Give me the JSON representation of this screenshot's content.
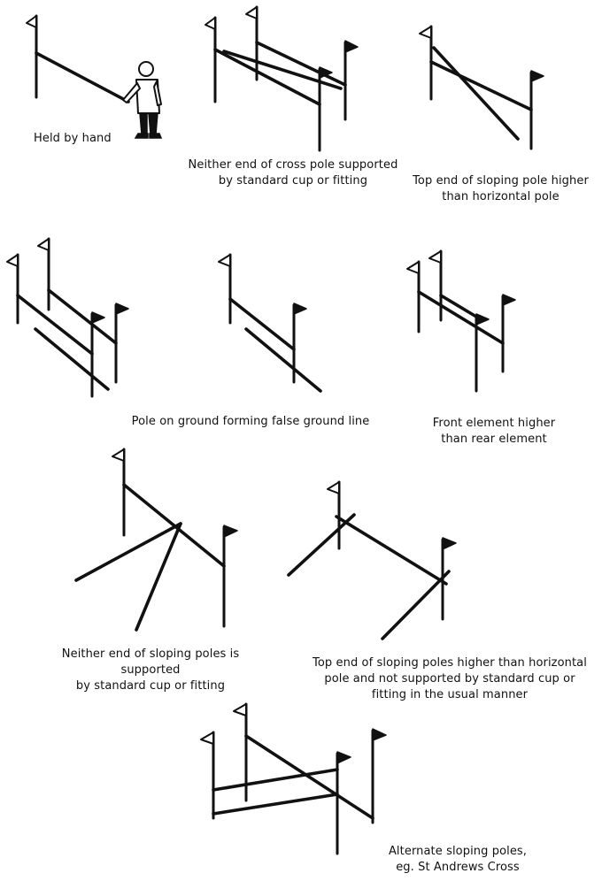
{
  "captions": {
    "held_by_hand": [
      "Held by hand"
    ],
    "neither_end_cross_pole": [
      "Neither end of cross pole supported",
      "by standard cup or fitting"
    ],
    "top_end_higher": [
      "Top end of sloping pole higher",
      "than horizontal pole"
    ],
    "pole_on_ground": [
      "Pole on ground forming false ground line"
    ],
    "front_element_higher": [
      "Front element higher",
      "than rear element"
    ],
    "neither_end_sloping_poles": [
      "Neither end of sloping poles is",
      "supported",
      "by standard cup or fitting"
    ],
    "top_end_sloping_poles": [
      "Top end of sloping poles higher than horizontal",
      "pole and not supported by standard cup or",
      "fitting in the usual manner"
    ],
    "alternate_sloping_poles": [
      "Alternate sloping poles,",
      "eg. St Andrews Cross"
    ]
  },
  "colors": {
    "ink": "#111111",
    "paper": "#ffffff"
  },
  "icons": {
    "open_flag": "white-flag-icon",
    "solid_flag": "black-flag-icon",
    "person": "person-icon"
  }
}
